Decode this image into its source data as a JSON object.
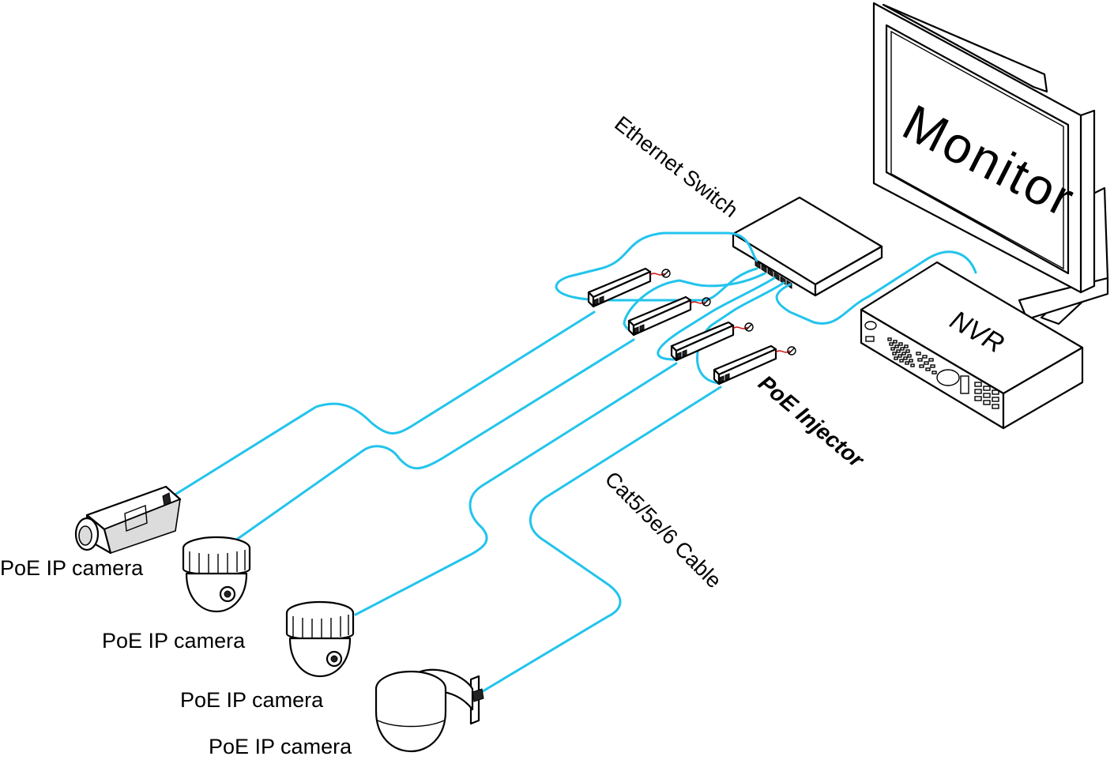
{
  "labels": {
    "monitor": "Monitor",
    "nvr": "NVR",
    "ethernet_switch": "Ethernet Switch",
    "poe_injector": "PoE Injector",
    "cable": "Cat5/5e/6 Cable"
  },
  "cameras": [
    {
      "label": "PoE IP camera",
      "kind": "box-camera"
    },
    {
      "label": "PoE IP camera",
      "kind": "dome-camera"
    },
    {
      "label": "PoE IP camera",
      "kind": "dome-camera"
    },
    {
      "label": "PoE IP camera",
      "kind": "speed-dome-camera"
    }
  ],
  "colors": {
    "cable": "#22c4ec",
    "poe_label": "#22c4ec",
    "power_wire": "#d01010",
    "outline": "#000000"
  }
}
